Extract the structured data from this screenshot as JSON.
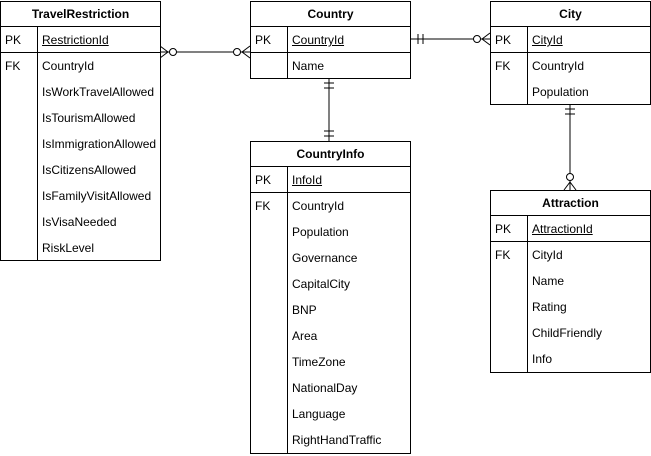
{
  "entities": {
    "travel_restriction": {
      "title": "TravelRestriction",
      "pk_label": "PK",
      "pk_field": "RestrictionId",
      "fk_label": "FK",
      "fields": [
        "CountryId",
        "IsWorkTravelAllowed",
        "IsTourismAllowed",
        "IsImmigrationAllowed",
        "IsCitizensAllowed",
        "IsFamilyVisitAllowed",
        "IsVisaNeeded",
        "RiskLevel"
      ]
    },
    "country": {
      "title": "Country",
      "pk_label": "PK",
      "pk_field": "CountryId",
      "fields": [
        "Name"
      ]
    },
    "city": {
      "title": "City",
      "pk_label": "PK",
      "pk_field": "CityId",
      "fk_label": "FK",
      "fields": [
        "CountryId",
        "Population"
      ]
    },
    "country_info": {
      "title": "CountryInfo",
      "pk_label": "PK",
      "pk_field": "InfoId",
      "fk_label": "FK",
      "fields": [
        "CountryId",
        "Population",
        "Governance",
        "CapitalCity",
        "BNP",
        "Area",
        "TimeZone",
        "NationalDay",
        "Language",
        "RightHandTraffic"
      ]
    },
    "attraction": {
      "title": "Attraction",
      "pk_label": "PK",
      "pk_field": "AttractionId",
      "fk_label": "FK",
      "fields": [
        "CityId",
        "Name",
        "Rating",
        "ChildFriendly",
        "Info"
      ]
    }
  },
  "relationships": [
    {
      "from": "TravelRestriction",
      "to": "Country",
      "from_end": "zero-or-many",
      "to_end": "zero-or-many"
    },
    {
      "from": "Country",
      "to": "City",
      "from_end": "one-and-only-one",
      "to_end": "zero-or-many"
    },
    {
      "from": "Country",
      "to": "CountryInfo",
      "from_end": "one-and-only-one",
      "to_end": "one-and-only-one"
    },
    {
      "from": "City",
      "to": "Attraction",
      "from_end": "one-and-only-one",
      "to_end": "zero-or-many"
    }
  ]
}
